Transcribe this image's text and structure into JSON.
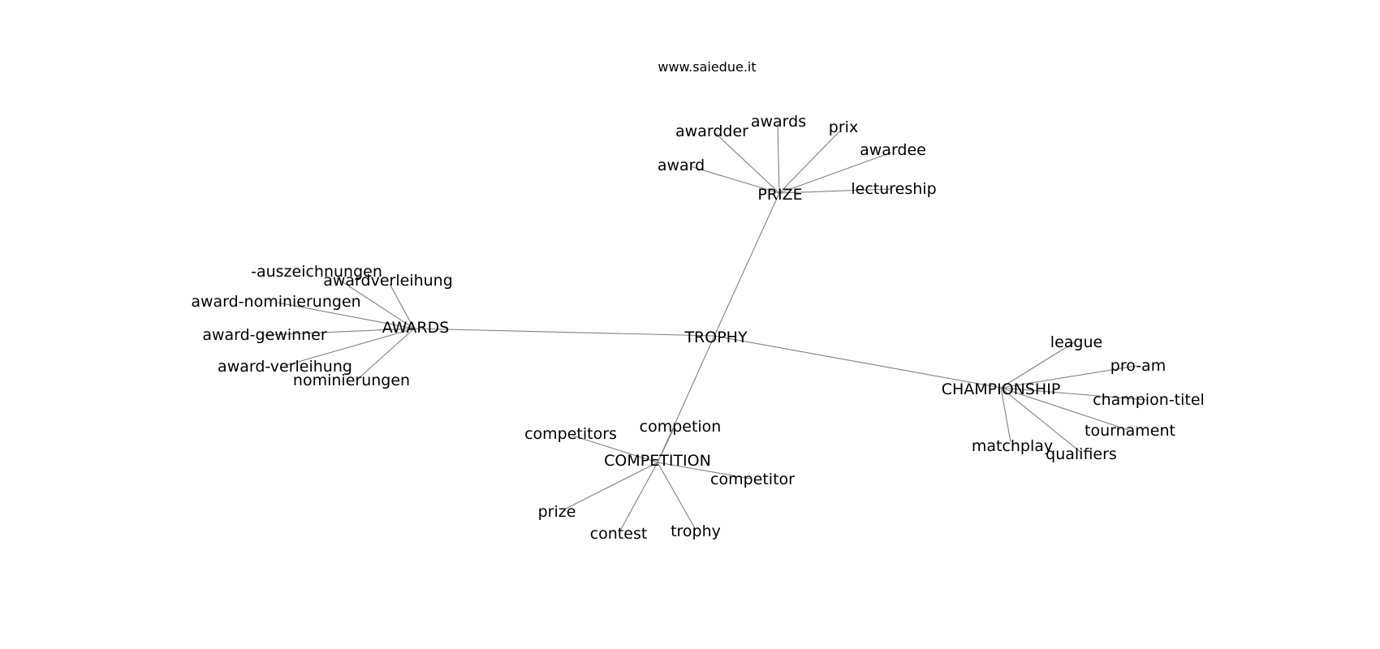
{
  "site": "www.saiedue.it",
  "hubs": {
    "center": "TROPHY",
    "prize": "PRIZE",
    "awards": "AWARDS",
    "championship": "CHAMPIONSHIP",
    "competition": "COMPETITION"
  },
  "leaves": {
    "prize": [
      "award",
      "awardder",
      "awards",
      "prix",
      "awardee",
      "lectureship"
    ],
    "awards": [
      "-auszeichnungen",
      "awardverleihung",
      "award-nominierungen",
      "award-gewinner",
      "award-verleihung",
      "nominierungen"
    ],
    "championship": [
      "league",
      "pro-am",
      "champion-titel",
      "tournament",
      "qualifiers",
      "matchplay"
    ],
    "competition": [
      "competitors",
      "competion",
      "competitor",
      "prize",
      "contest",
      "trophy"
    ]
  }
}
